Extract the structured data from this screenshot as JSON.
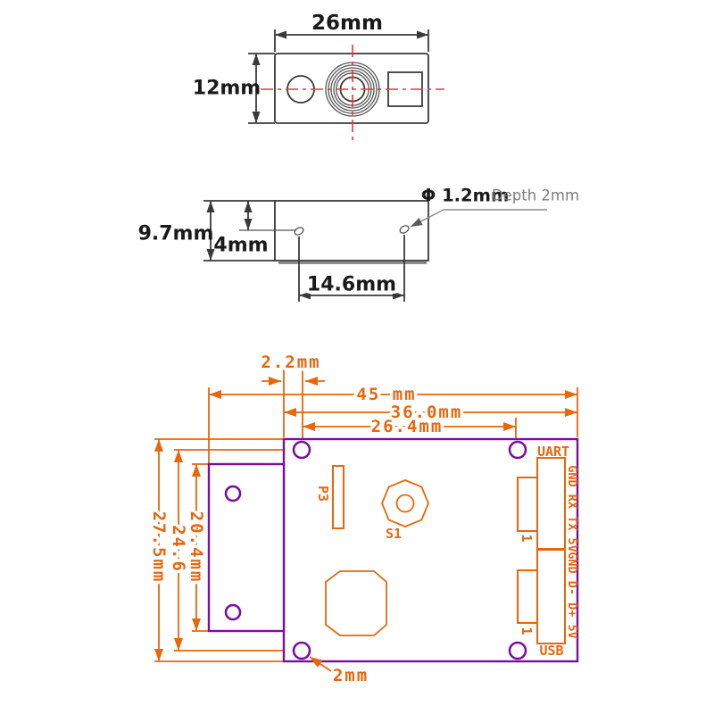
{
  "colors": {
    "drawing_line": "#3a3a3a",
    "dimension_orange": "#e8660c",
    "board_purple": "#7a0f9e",
    "centerline_red": "#f23333",
    "note_gray": "#7d7d7d",
    "background": "#ffffff"
  },
  "front_view": {
    "width_dim": "26mm",
    "height_dim": "12mm"
  },
  "side_view": {
    "height_dim": "9.7mm",
    "hole_offset_dim": "4mm",
    "hole_spacing_dim": "14.6mm",
    "hole_diameter_dim": "Φ 1.2mm",
    "hole_depth_note": "Depth 2mm"
  },
  "pcb_view": {
    "dim_edge_to_hole": "2.2mm",
    "dim_total_width": "45 mm",
    "dim_board_width": "36.0mm",
    "dim_hole_span_x": "26.4mm",
    "dim_board_height": "27.5mm",
    "dim_hole_span_y": "24.6",
    "dim_tab_height": "20.4mm",
    "dim_hole_diameter": "2mm",
    "label_uart": "UART",
    "label_usb": "USB",
    "label_uart_pins": "GND RX TX 5V",
    "label_usb_pins": "GND D- D+ 5V",
    "label_p3": "P3",
    "label_s1": "S1",
    "label_uart_pin1": "1",
    "label_usb_pin1": "1"
  }
}
